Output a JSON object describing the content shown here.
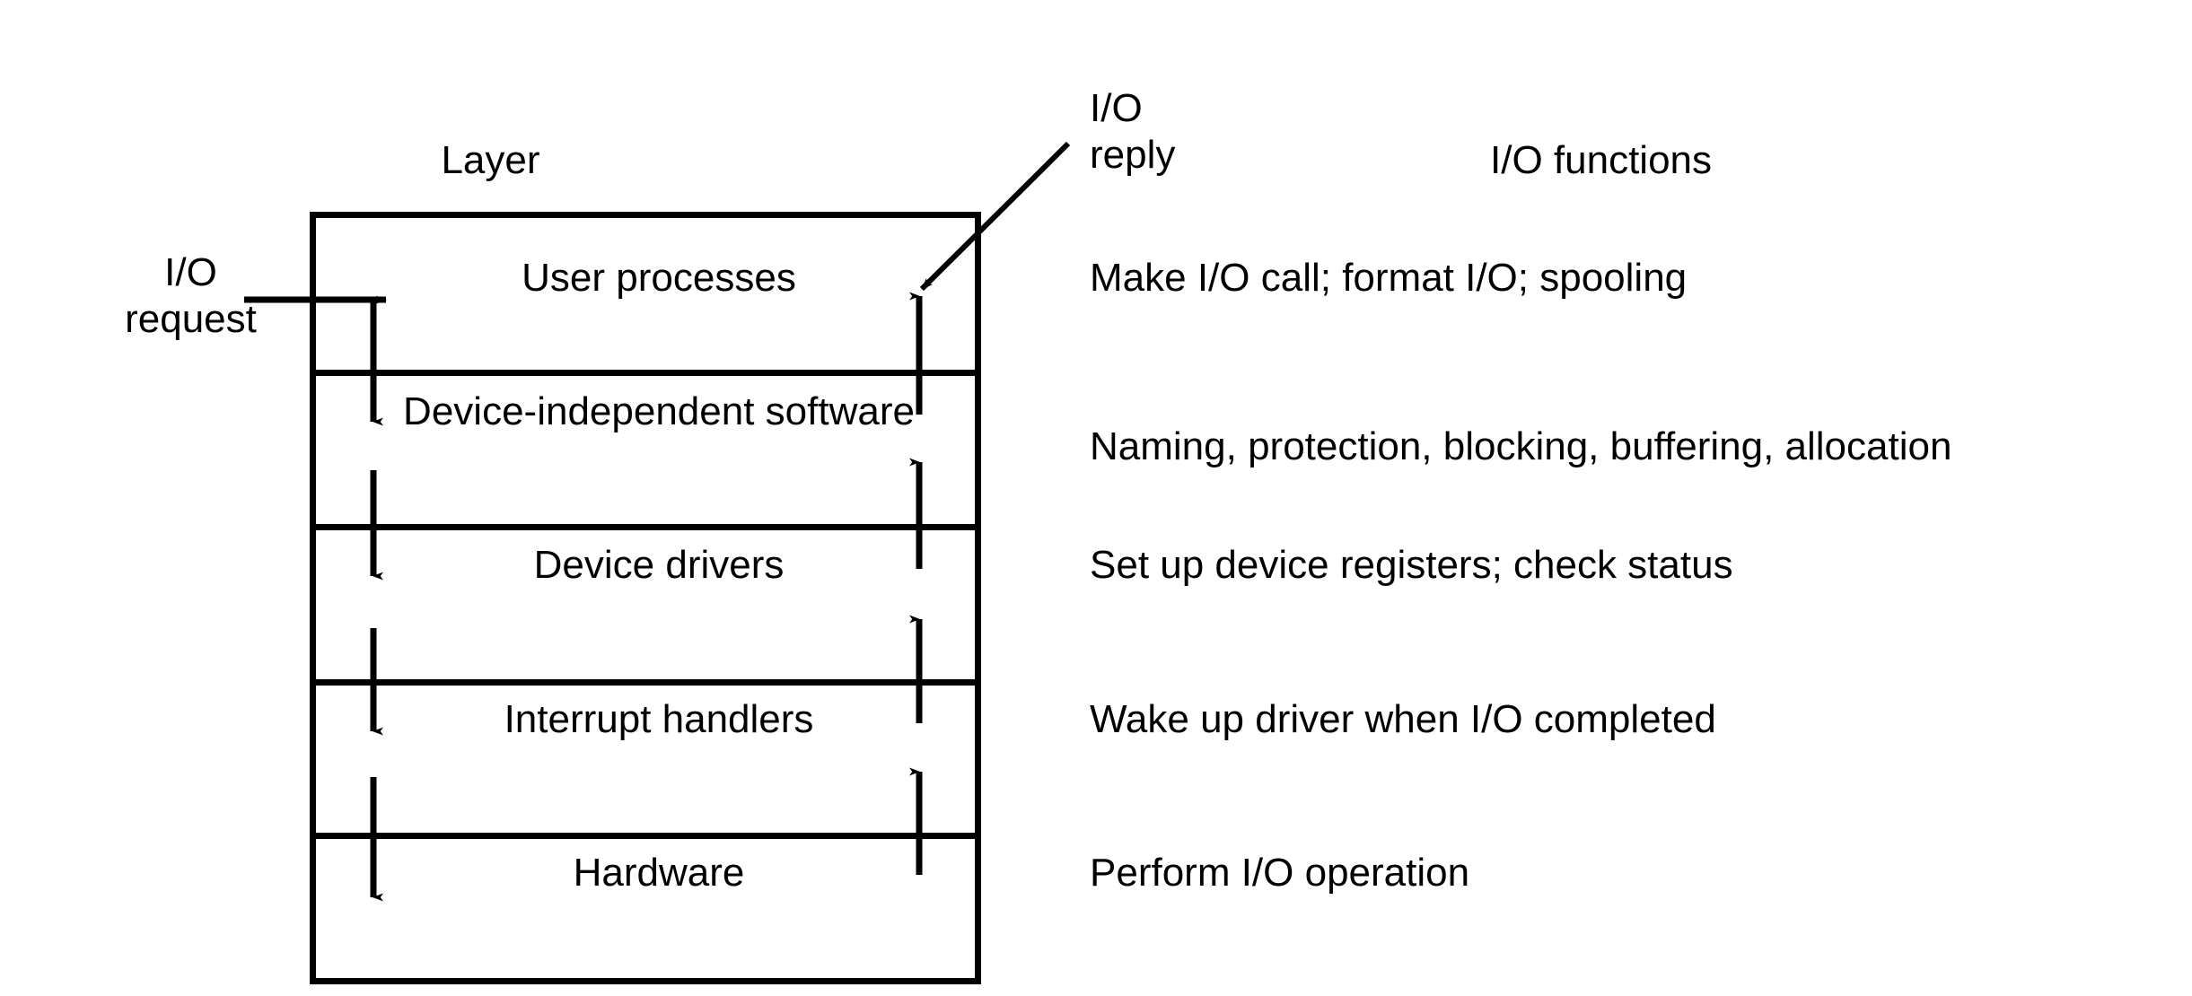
{
  "diagram": {
    "title_layer_column": "Layer",
    "title_functions_column": "I/O functions",
    "annotations": {
      "io_request": "I/O\nrequest",
      "io_reply": "I/O\nreply"
    },
    "rows": [
      {
        "layer": "User processes",
        "function": "Make I/O call; format I/O; spooling"
      },
      {
        "layer": "Device-independent\nsoftware",
        "function": "Naming, protection, blocking, buffering, allocation"
      },
      {
        "layer": "Device drivers",
        "function": "Set up device registers; check status"
      },
      {
        "layer": "Interrupt handlers",
        "function": "Wake up driver when I/O completed"
      },
      {
        "layer": "Hardware",
        "function": "Perform I/O operation"
      }
    ],
    "colors": {
      "line": "#000000",
      "background": "#ffffff",
      "text": "#000000"
    }
  }
}
